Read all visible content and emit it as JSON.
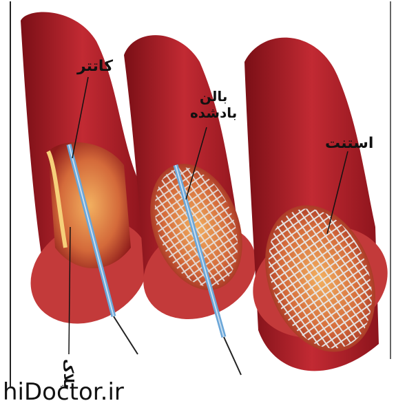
{
  "labels": {
    "catheter": "کاتتر",
    "balloon_line1": "بالن",
    "balloon_line2": "بادشده",
    "stent": "استنت",
    "plaque": "پلاک"
  },
  "watermark": "hiDoctor.ir",
  "colors": {
    "vessel_outer": "#b3202a",
    "vessel_inner": "#d9785a",
    "plaque": "#e8b24a",
    "catheter": "#6aa6d8",
    "stent_mesh": "#d8d8d8"
  },
  "icons": [
    "vessel-catheter-illustration",
    "vessel-balloon-illustration",
    "vessel-stent-illustration"
  ]
}
